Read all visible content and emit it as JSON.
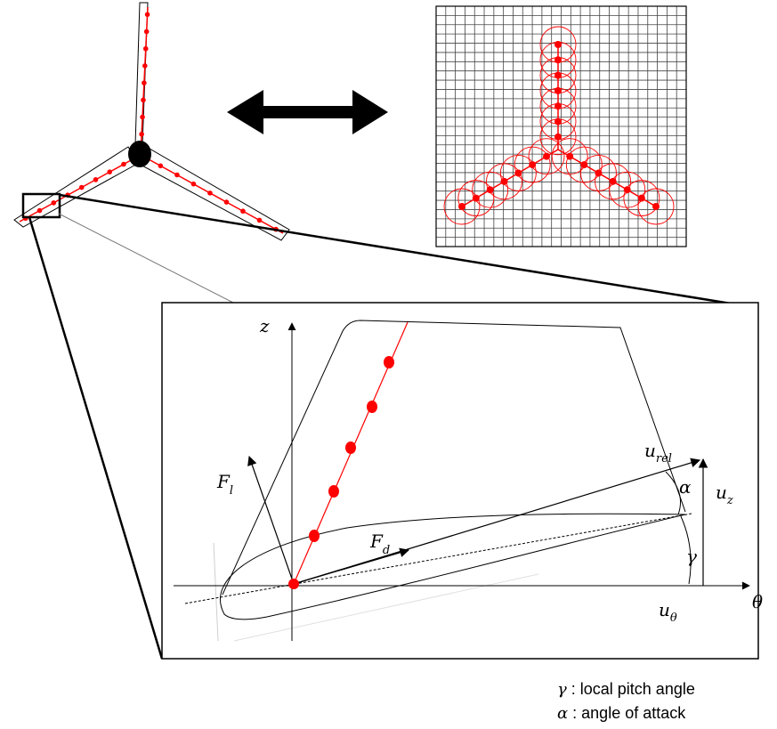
{
  "labels": {
    "z": "z",
    "theta": "θ",
    "f_l": "F",
    "f_l_sub": "l",
    "f_d": "F",
    "f_d_sub": "d",
    "u_rel": "u",
    "u_rel_sub": "rel",
    "u_z": "u",
    "u_z_sub": "z",
    "u_theta": "u",
    "u_theta_sub": "θ",
    "alpha": "α",
    "gamma": "γ"
  },
  "legend": [
    {
      "symbol": "γ",
      "text": " : local pitch angle"
    },
    {
      "symbol": "α",
      "text": " : angle of attack"
    }
  ],
  "colors": {
    "actuator": "#ff0000",
    "outline": "#000000",
    "grid": "#444444"
  },
  "grid": {
    "rows": 26,
    "cols": 26
  }
}
